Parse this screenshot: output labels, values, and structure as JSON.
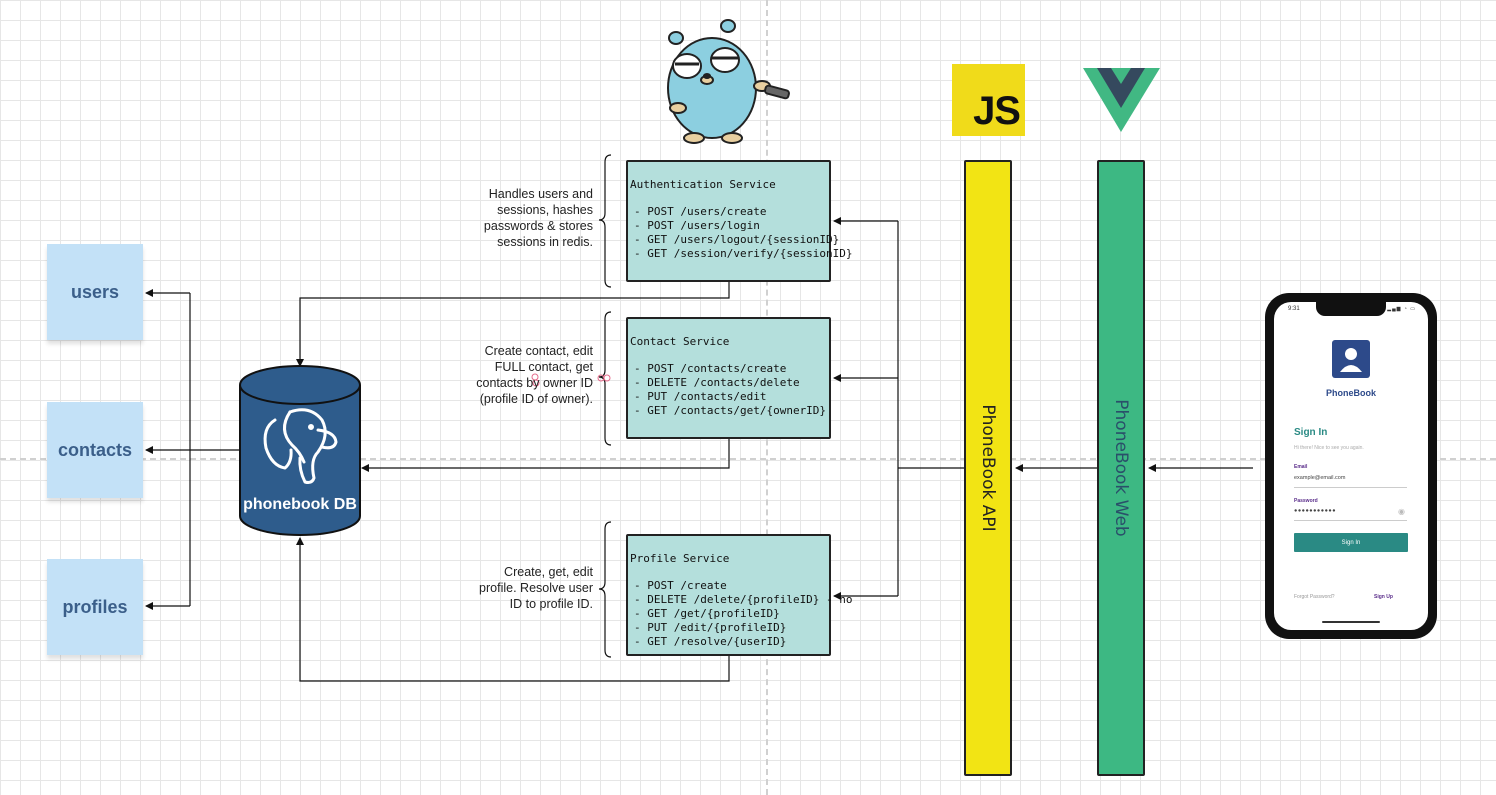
{
  "tables": {
    "users": "users",
    "contacts": "contacts",
    "profiles": "profiles"
  },
  "database": {
    "label": "phonebook DB"
  },
  "services": {
    "auth": {
      "title": "Authentication Service",
      "endpoints": [
        "- POST /users/create",
        "- POST /users/login",
        "- GET /users/logout/{sessionID}",
        "- GET /session/verify/{sessionID}"
      ],
      "description": [
        "Handles users and",
        "sessions, hashes",
        "passwords & stores",
        "sessions in redis."
      ]
    },
    "contact": {
      "title": "Contact Service",
      "endpoints": [
        "- POST /contacts/create",
        "- DELETE /contacts/delete",
        "- PUT /contacts/edit",
        "- GET /contacts/get/{ownerID}"
      ],
      "description": [
        "Create contact, edit",
        "FULL contact, get",
        "contacts by owner ID",
        "(profile ID of owner)."
      ]
    },
    "profile": {
      "title": "Profile Service",
      "endpoints": [
        "- POST /create",
        "- DELETE /delete/{profileID} - no",
        "- GET /get/{profileID}",
        "- PUT /edit/{profileID}",
        "- GET /resolve/{userID}"
      ],
      "description": [
        "Create, get, edit",
        "profile. Resolve user",
        "ID to profile ID."
      ]
    }
  },
  "layers": {
    "api": "PhoneBook API",
    "web": "PhoneBook Web"
  },
  "logos": {
    "js": "JS",
    "gopher": "go-gopher-mascot",
    "vue": "vue-logo"
  },
  "phone": {
    "time": "9:31",
    "app_name": "PhoneBook",
    "signin_title": "Sign In",
    "signin_subtitle": "Hi there! Nice to see you again.",
    "email_label": "Email",
    "email_value": "example@email.com",
    "password_label": "Password",
    "password_value": "●●●●●●●●●●●",
    "signin_button": "Sign In",
    "forgot": "Forgot Password?",
    "signup": "Sign Up"
  },
  "colors": {
    "table_bg": "#c3e1f7",
    "table_text": "#3b5f8a",
    "service_bg": "#b4dfdc",
    "db_fill": "#2e5c8c",
    "api_bar": "#f2e414",
    "web_bar": "#3db883",
    "js_logo": "#f0db1a"
  }
}
